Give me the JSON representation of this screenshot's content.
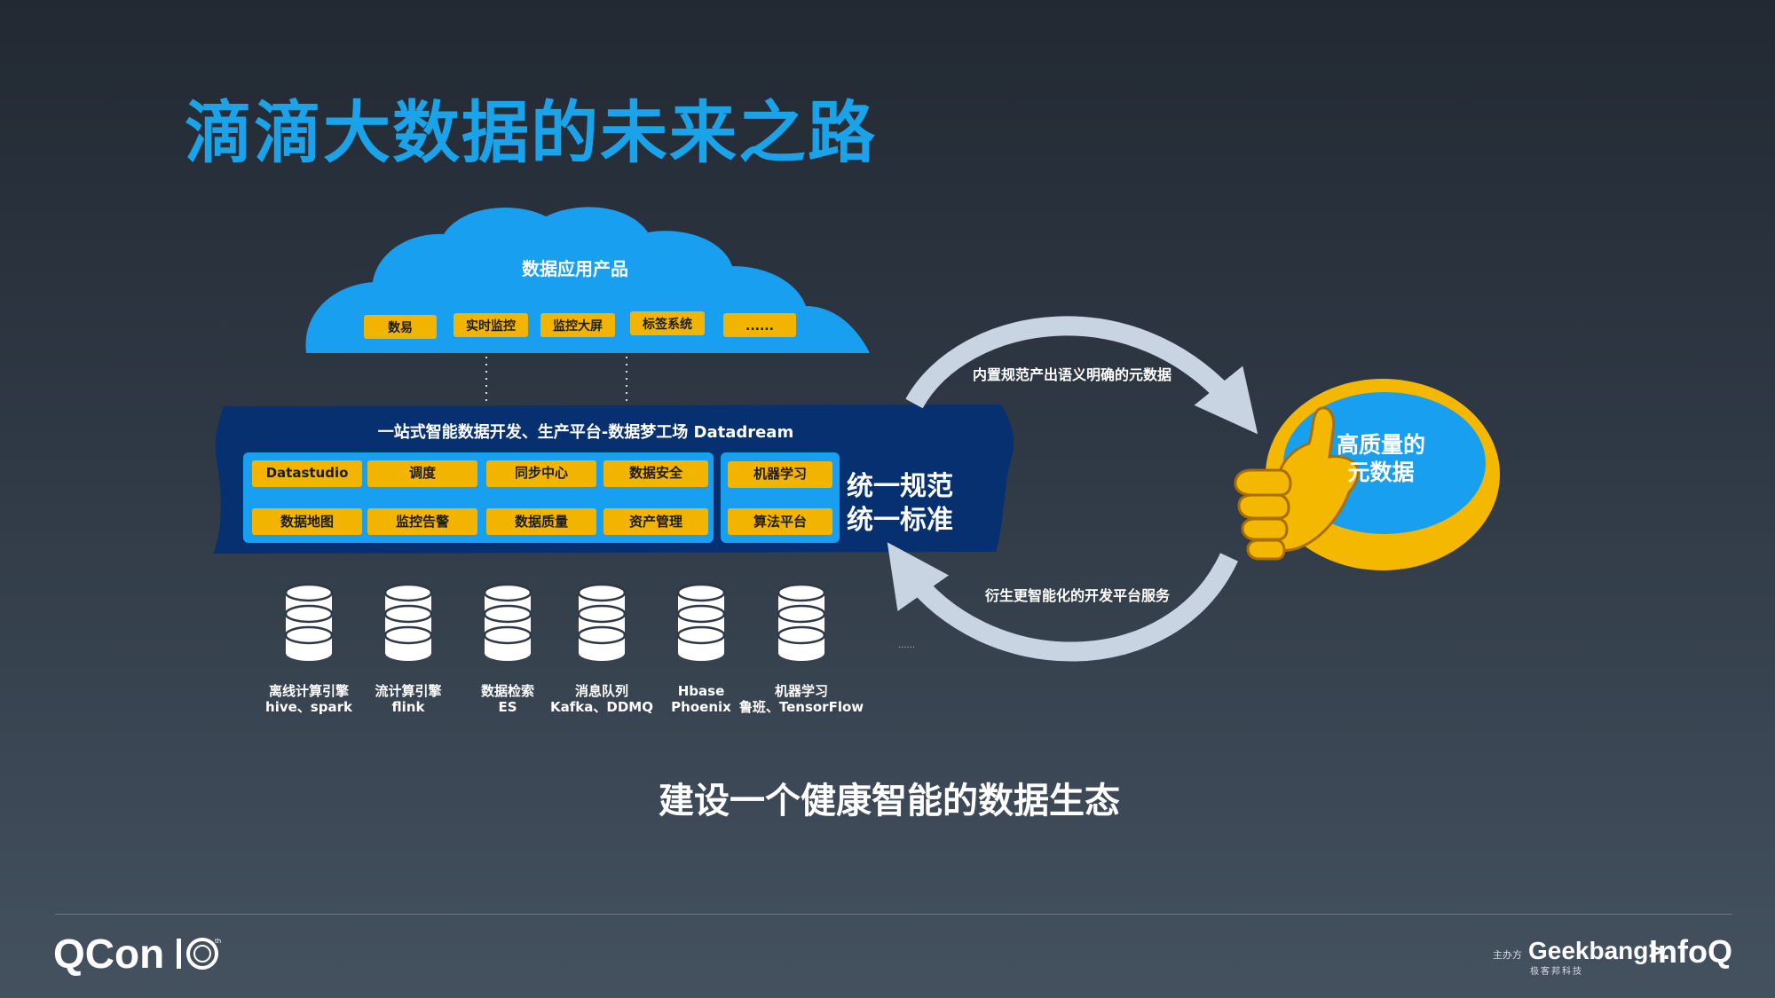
{
  "title": "滴滴大数据的未来之路",
  "cloud": {
    "title": "数据应用产品",
    "items": [
      "数易",
      "实时监控",
      "监控大屏",
      "标签系统",
      "......"
    ]
  },
  "platform": {
    "title": "一站式智能数据开发、生产平台-数据梦工场 Datadream",
    "tools_row1": [
      "Datastudio",
      "调度",
      "同步中心",
      "数据安全"
    ],
    "tools_row2": [
      "数据地图",
      "监控告警",
      "数据质量",
      "资产管理"
    ],
    "ml_items": [
      "机器学习",
      "算法平台"
    ],
    "slogan_line1": "统一规范",
    "slogan_line2": "统一标准"
  },
  "engines": [
    {
      "name": "离线计算引擎",
      "tech": "hive、spark"
    },
    {
      "name": "流计算引擎",
      "tech": "flink"
    },
    {
      "name": "数据检索",
      "tech": "ES"
    },
    {
      "name": "消息队列",
      "tech": "Kafka、DDMQ"
    },
    {
      "name": "Hbase",
      "tech": "Phoenix"
    },
    {
      "name": "机器学习",
      "tech": "鲁班、TensorFlow"
    }
  ],
  "engines_more": "......",
  "cycle": {
    "top_label": "内置规范产出语义明确的元数据",
    "bottom_label": "衍生更智能化的开发平台服务",
    "badge_line1": "高质量的",
    "badge_line2": "元数据"
  },
  "footer": {
    "tagline": "建设一个健康智能的数据生态",
    "qcon": "QCon",
    "host_label": "主办方",
    "geekbang": "Geekbang>.",
    "geekbang_sub": "极客邦科技",
    "infoq": "InfoQ"
  },
  "colors": {
    "title_blue": "#1aa3e8",
    "cloud_blue": "#199ff0",
    "platform_navy": "#06306f",
    "tool_yellow": "#f3b400",
    "badge_yellow": "#f5b800",
    "arrow_gray": "#c9d4e3"
  },
  "icons": [
    "database-icon",
    "thumbs-up-icon",
    "cycle-arrow-icon",
    "qcon-10-icon"
  ]
}
